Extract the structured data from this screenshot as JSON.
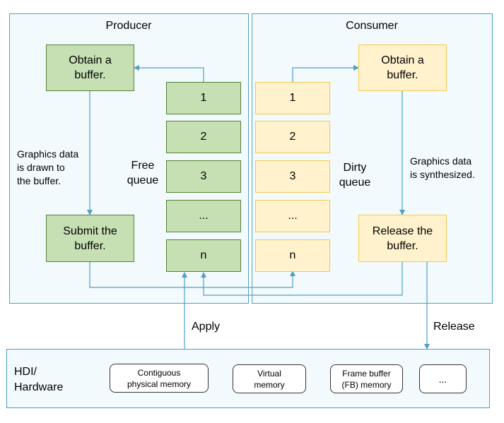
{
  "producer": {
    "title": "Producer",
    "obtain_label": "Obtain a\nbuffer.",
    "submit_label": "Submit the\nbuffer.",
    "note": "Graphics data\nis drawn to\nthe buffer."
  },
  "consumer": {
    "title": "Consumer",
    "obtain_label": "Obtain a\nbuffer.",
    "release_label": "Release the\nbuffer.",
    "note": "Graphics data\nis synthesized."
  },
  "free_queue": {
    "label": "Free\nqueue",
    "cells": [
      "1",
      "2",
      "3",
      "...",
      "n"
    ]
  },
  "dirty_queue": {
    "label": "Dirty\nqueue",
    "cells": [
      "1",
      "2",
      "3",
      "...",
      "n"
    ]
  },
  "arrows": {
    "apply": "Apply",
    "release": "Release"
  },
  "hardware": {
    "title": "HDI/\nHardware",
    "items": [
      "Contiguous\nphysical memory",
      "Virtual\nmemory",
      "Frame buffer\n(FB) memory",
      "..."
    ]
  },
  "colors": {
    "panel_border": "#4f9fc4",
    "arrow": "#4f9fc4",
    "green_fill": "#c6e0b4",
    "green_border": "#538135",
    "yellow_fill": "#fff2cc",
    "yellow_border": "#f2c94c"
  }
}
